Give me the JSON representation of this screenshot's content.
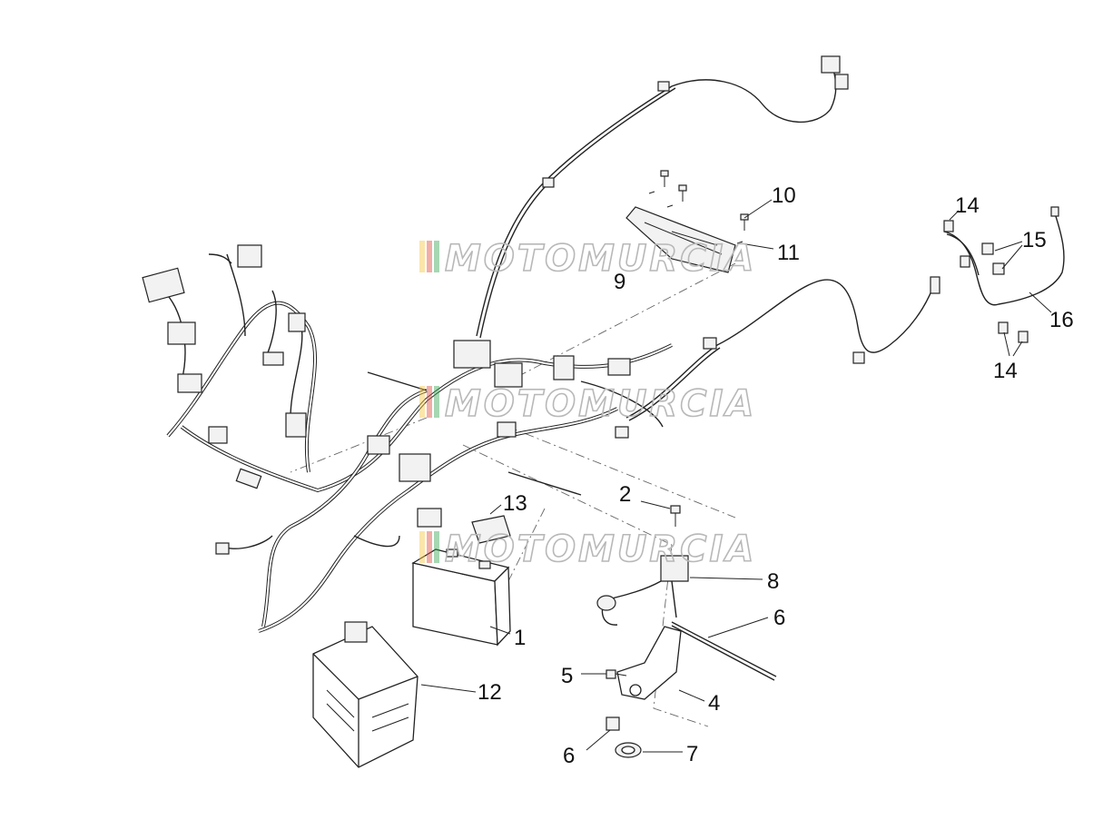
{
  "watermark": {
    "text": "MOTOMURCIA"
  },
  "labels": [
    "1",
    "2",
    "4",
    "5",
    "6",
    "6",
    "7",
    "8",
    "9",
    "10",
    "11",
    "12",
    "13",
    "14",
    "14",
    "15",
    "16"
  ]
}
